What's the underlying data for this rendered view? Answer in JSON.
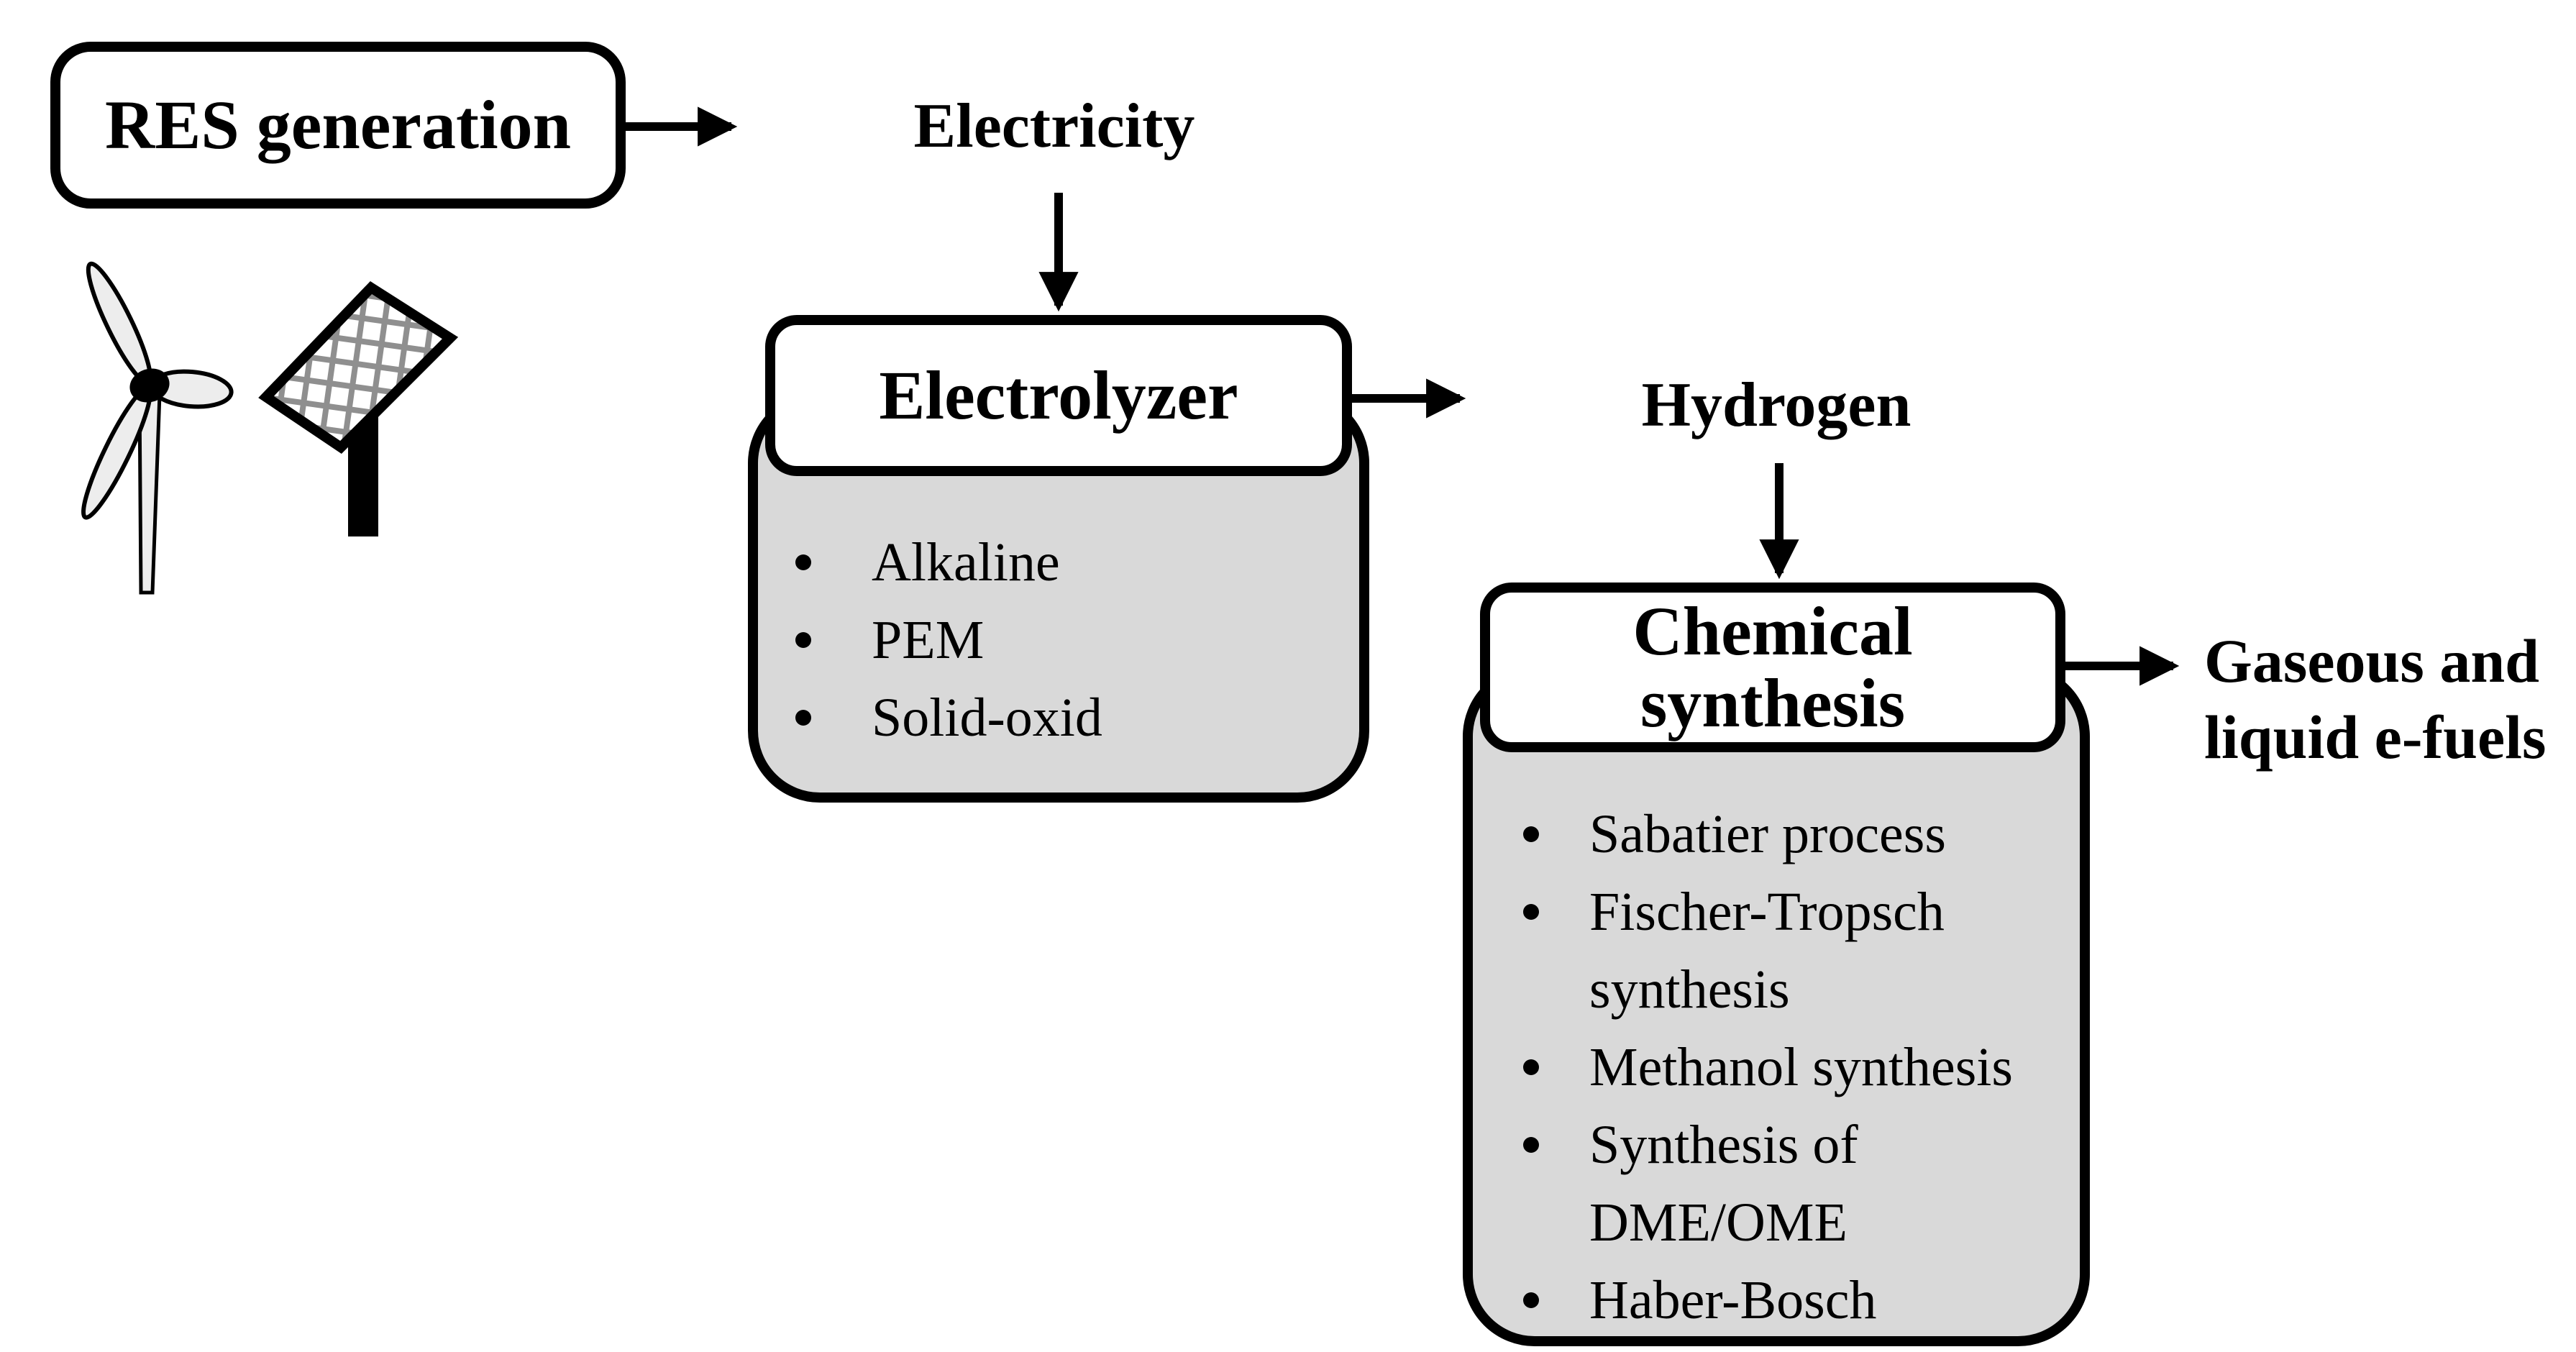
{
  "diagram": {
    "res": {
      "label": "RES generation"
    },
    "flow_labels": {
      "electricity": "Electricity",
      "hydrogen": "Hydrogen",
      "efuels": "Gaseous and liquid e-fuels"
    },
    "electrolyzer": {
      "title": "Electrolyzer",
      "items": [
        "Alkaline",
        "PEM",
        "Solid-oxid"
      ]
    },
    "chemical_synthesis": {
      "title": "Chemical synthesis",
      "items": [
        "Sabatier process",
        "Fischer-Tropsch synthesis",
        "Methanol synthesis",
        "Synthesis of DME/OME",
        "Haber-Bosch"
      ]
    },
    "icons": [
      "wind-turbine-icon",
      "solar-panel-icon",
      "arrow-icon"
    ],
    "colors": {
      "background": "#ffffff",
      "line": "#000000",
      "panel_fill": "#d9d9d9",
      "hatch": "#8f8f8f"
    }
  }
}
